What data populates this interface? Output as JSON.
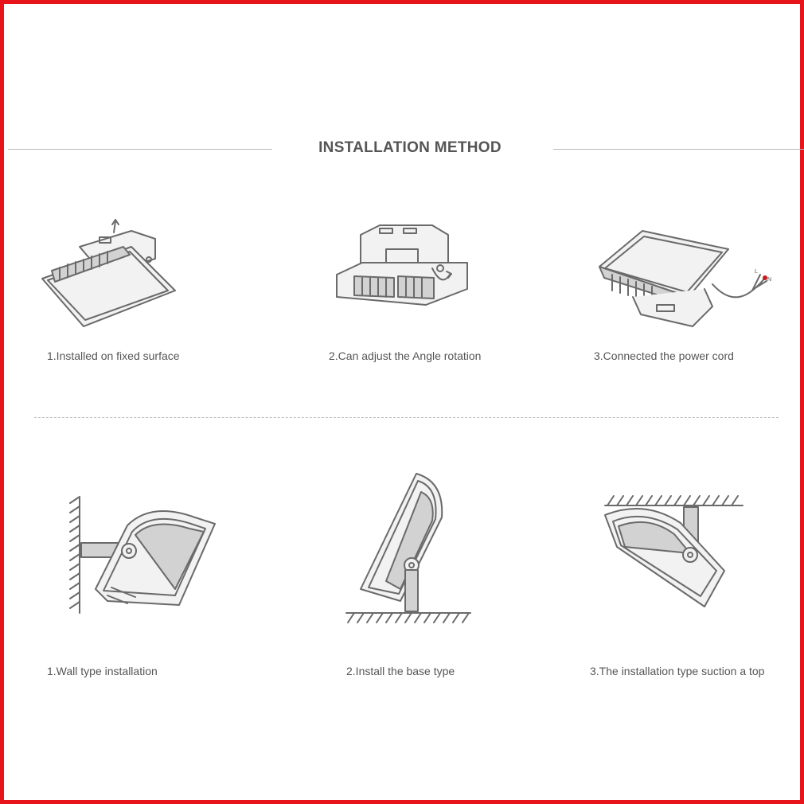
{
  "header": {
    "title": "INSTALLATION METHOD"
  },
  "row1": {
    "items": [
      {
        "caption": "1.Installed on fixed surface"
      },
      {
        "caption": "2.Can adjust the Angle rotation"
      },
      {
        "caption": "3.Connected the power cord"
      }
    ]
  },
  "row2": {
    "items": [
      {
        "caption": "1.Wall type installation"
      },
      {
        "caption": "2.Install the base type"
      },
      {
        "caption": "3.The installation type suction a top"
      }
    ]
  },
  "wire_labels": {
    "l": "L",
    "n": "N"
  },
  "colors": {
    "border": "#e8141c",
    "text": "#555555",
    "line": "#6a6a6a"
  }
}
